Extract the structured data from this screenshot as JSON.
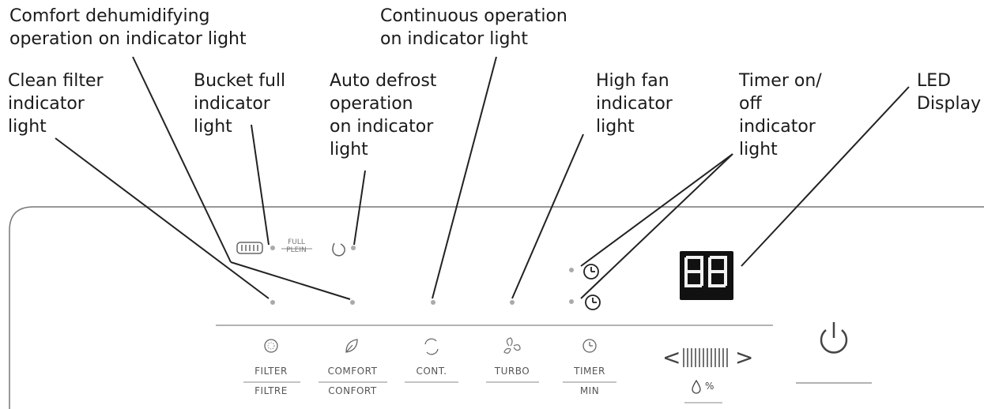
{
  "callouts": {
    "comfort": [
      "Comfort dehumidifying",
      "operation on indicator light"
    ],
    "continuous": [
      "Continuous operation",
      "on indicator light"
    ],
    "clean_filter": [
      "Clean filter",
      "indicator",
      "light"
    ],
    "bucket_full": [
      "Bucket full",
      "indicator",
      "light"
    ],
    "auto_defrost": [
      "Auto defrost",
      "operation",
      "on indicator",
      "light"
    ],
    "high_fan": [
      "High fan",
      "indicator",
      "light"
    ],
    "timer": [
      "Timer on/",
      "off",
      "indicator",
      "light"
    ],
    "led_display": [
      "LED",
      "Display"
    ]
  },
  "panel": {
    "full_top": "FULL",
    "full_bottom": "PLEIN",
    "led_value": "88",
    "buttons": [
      {
        "top": "FILTER",
        "bottom": "FILTRE",
        "icon": "filter-icon"
      },
      {
        "top": "COMFORT",
        "bottom": "CONFORT",
        "icon": "leaf-icon"
      },
      {
        "top": "CONT.",
        "bottom": "",
        "icon": "cycle-icon"
      },
      {
        "top": "TURBO",
        "bottom": "",
        "icon": "fan-icon"
      },
      {
        "top": "TIMER",
        "bottom": "MIN",
        "icon": "clock-icon"
      }
    ],
    "humidity_symbol": "%",
    "humidity_left": "<",
    "humidity_right": ">"
  }
}
